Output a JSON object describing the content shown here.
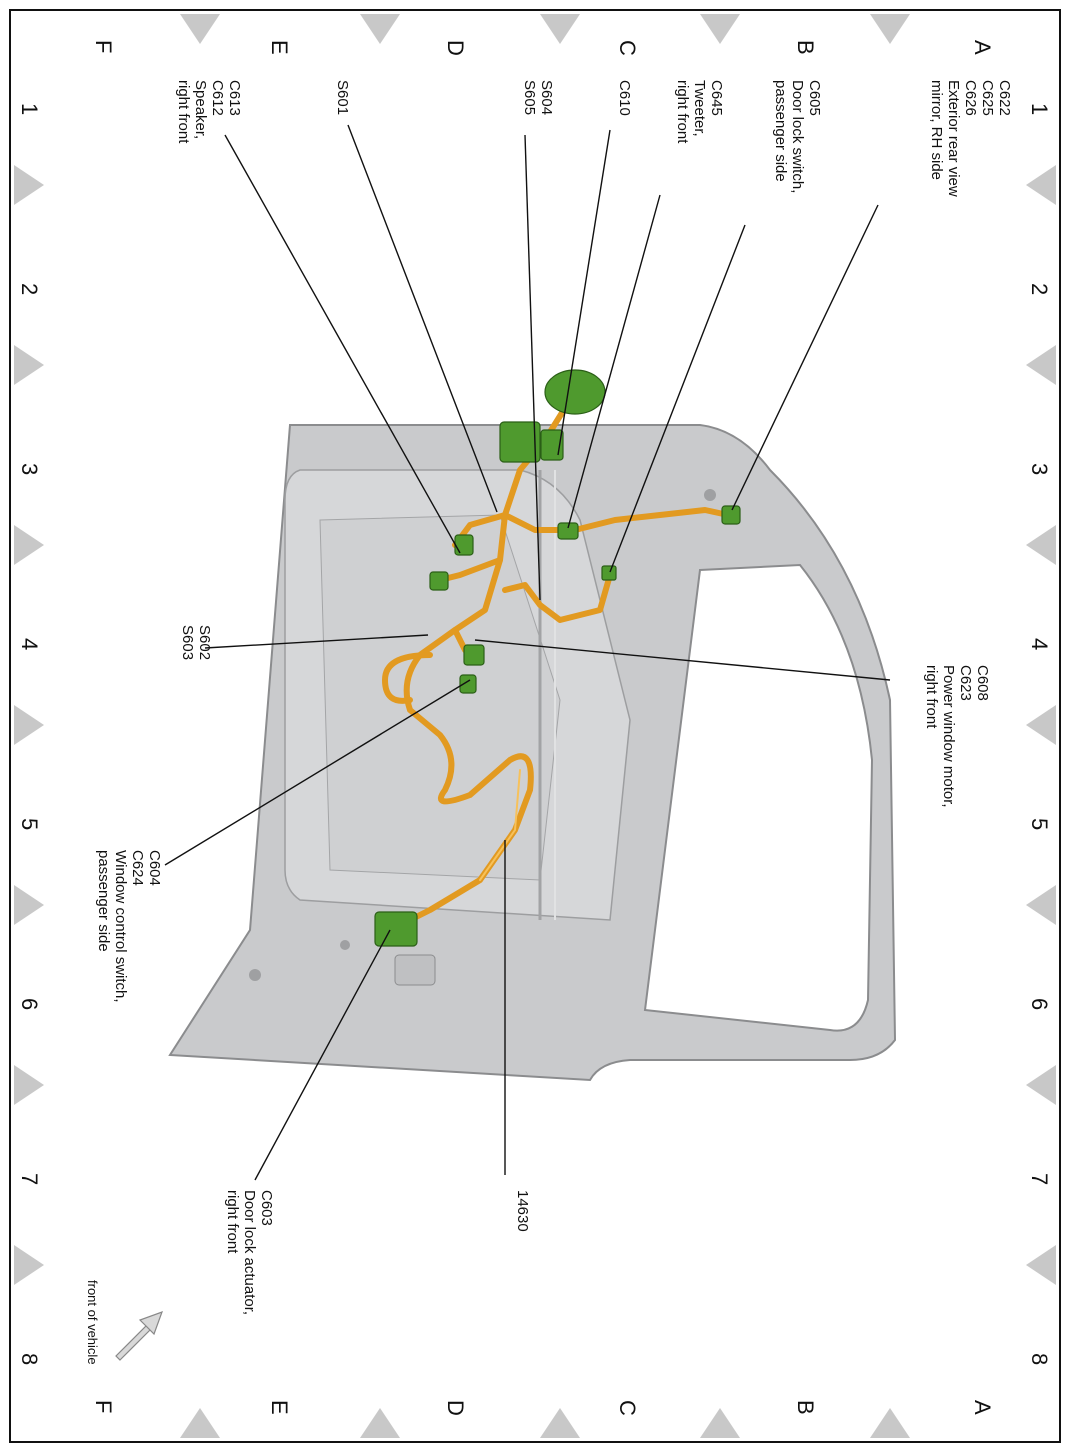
{
  "grid": {
    "columns": [
      "1",
      "2",
      "3",
      "4",
      "5",
      "6",
      "7",
      "8"
    ],
    "rows": [
      "A",
      "B",
      "C",
      "D",
      "E",
      "F"
    ]
  },
  "callouts": {
    "mirror": [
      "C622",
      "C625",
      "C626",
      "Exterior rear view",
      "mirror, RH side"
    ],
    "door_lock_switch": [
      "C605",
      "Door lock switch,",
      "passenger side"
    ],
    "tweeter": [
      "C645",
      "Tweeter,",
      "right front"
    ],
    "c610": [
      "C610"
    ],
    "s604_s605": [
      "S604",
      "S605"
    ],
    "s601": [
      "S601"
    ],
    "speaker": [
      "C613",
      "C612",
      "Speaker,",
      "right front"
    ],
    "s602_s603": [
      "S602",
      "S603"
    ],
    "window_motor": [
      "C608",
      "C623",
      "Power window motor,",
      "right front"
    ],
    "window_switch": [
      "C604",
      "C624",
      "Window control switch,",
      "passenger side"
    ],
    "harness": [
      "14630"
    ],
    "lock_actuator": [
      "C603",
      "Door lock actuator,",
      "right front"
    ]
  },
  "orientation": {
    "label": "front of vehicle"
  },
  "colors": {
    "panel": "#c9cacc",
    "wire": "#e29a21",
    "connector": "#4f9a2e"
  }
}
